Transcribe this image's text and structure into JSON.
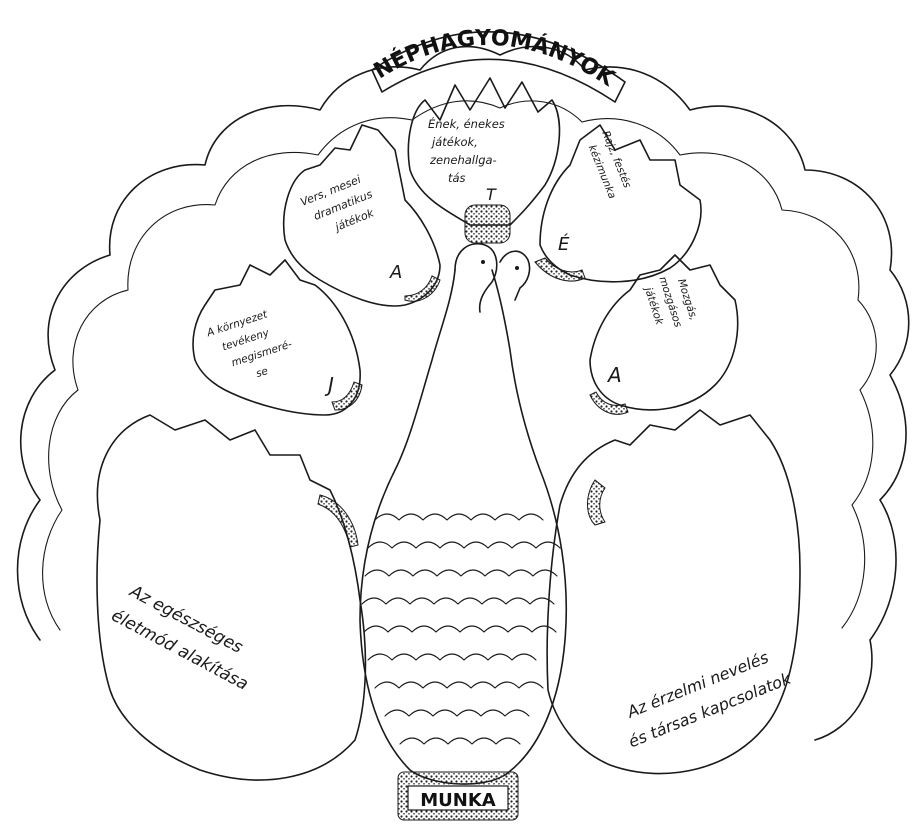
{
  "banner_top": "NÉPHAGYOMÁNYOK",
  "banner_bottom": "MUNKA",
  "feather_labels": {
    "center": [
      "Ének, énekes",
      "játékok,",
      "zenehallga-",
      "tás"
    ],
    "left_upper": [
      "Vers, mesei",
      "dramatikus",
      "játékok"
    ],
    "right_upper": [
      "Rajz, festés",
      "kézimunka"
    ],
    "left_lower": [
      "A környezet",
      "tevékeny",
      "megismeré-",
      "se"
    ],
    "right_lower": [
      "Mozgás,",
      "mozgásos",
      "játékok"
    ]
  },
  "wing_labels": {
    "left": [
      "Az egészséges",
      "életmód alakítása"
    ],
    "right": [
      "Az érzelmi nevelés",
      "és társas kapcsolatok"
    ]
  },
  "feather_letters": {
    "center": "T",
    "left_upper": "A",
    "right_upper": "É",
    "left_lower": "J",
    "right_lower": "A"
  }
}
